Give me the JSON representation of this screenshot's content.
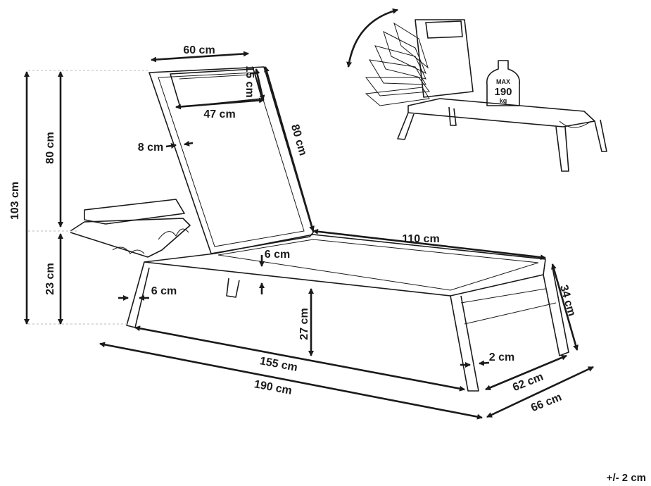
{
  "dimensions": {
    "headrest_width": "60 cm",
    "headrest_height": "15 cm",
    "headrest_inner_width": "47 cm",
    "frame_thickness": "8 cm",
    "backrest_length": "80 cm",
    "total_height": "103 cm",
    "backrest_height": "80 cm",
    "seat_height_total": "23 cm",
    "seat_length": "110 cm",
    "seat_thickness": "6 cm",
    "leg_thickness": "6 cm",
    "seat_height": "27 cm",
    "foot_height": "34 cm",
    "side_gap": "2 cm",
    "inner_length": "155 cm",
    "total_length": "190 cm",
    "inner_width": "62 cm",
    "total_width": "66 cm"
  },
  "badge": {
    "top": "MAX",
    "value": "190",
    "unit": "kg"
  },
  "tolerance": "+/- 2 cm",
  "colors": {
    "line": "#1a1a1a",
    "guide": "#bbbbbb",
    "background": "#ffffff"
  }
}
